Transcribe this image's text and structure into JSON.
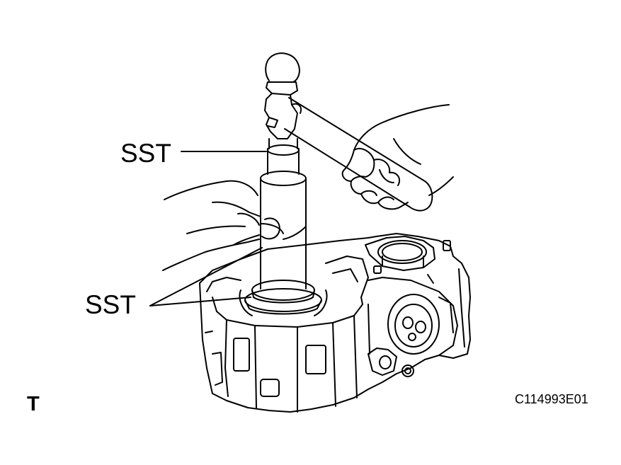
{
  "labels": {
    "sst_top": "SST",
    "sst_bottom": "SST",
    "corner_mark": "T",
    "figure_code": "C114993E01"
  },
  "colors": {
    "line": "#000000",
    "background": "#ffffff"
  }
}
